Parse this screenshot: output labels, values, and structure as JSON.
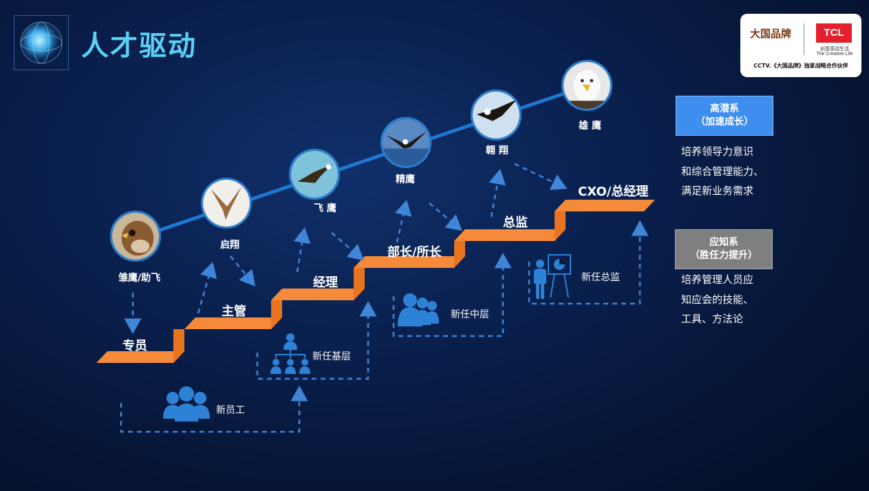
{
  "title": "人才驱动",
  "logo": {
    "brand": "大国品牌",
    "tcl": "TCL",
    "tcl_slogan_cn": "创意感动生活",
    "tcl_slogan_en": "The Creative Life",
    "partner": "CCTV.《大国品牌》独家战略合作伙伴"
  },
  "stages": [
    "专员",
    "主管",
    "经理",
    "部长/所长",
    "总监",
    "CXO/总经理"
  ],
  "birds": [
    "雏鹰/助飞",
    "启翔",
    "飞 鹰",
    "精鹰",
    "翱 翔",
    "雄 鹰"
  ],
  "groups": [
    "新员工",
    "新任基层",
    "新任中层",
    "新任总监"
  ],
  "panels": [
    {
      "heading1": "高潜系",
      "heading2": "（加速成长）",
      "lines": [
        "培养领导力意识",
        "和综合管理能力、",
        "满足新业务需求"
      ],
      "color": "#3e8ef0"
    },
    {
      "heading1": "应知系",
      "heading2": "（胜任力提升）",
      "lines": [
        "培养管理人员应",
        "知应会的技能、",
        "工具、方法论"
      ],
      "color": "#7f7f7f"
    }
  ],
  "colors": {
    "title": "#5bd0f5",
    "stairs": "#f07d2a",
    "line": "#1e78d2",
    "arrows": "#3f86d8"
  }
}
